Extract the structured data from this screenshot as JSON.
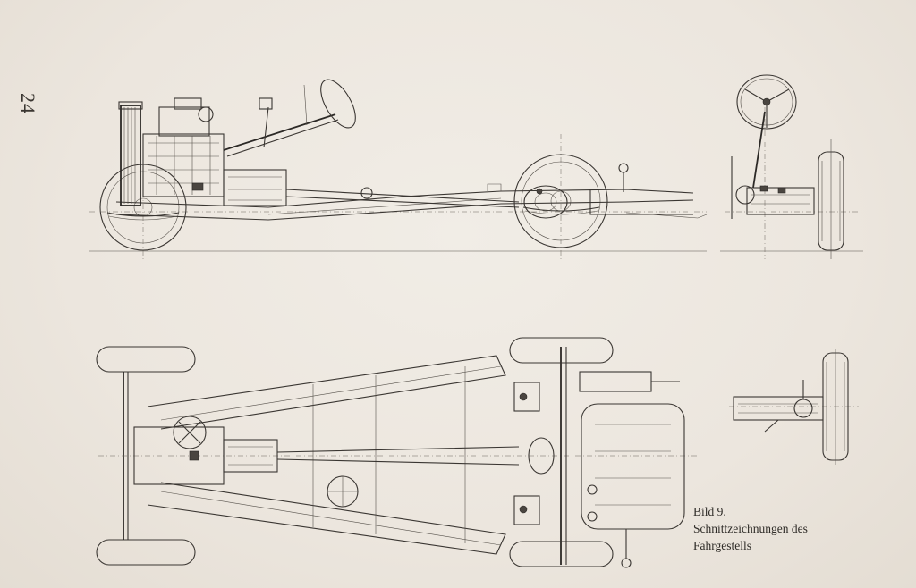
{
  "page": {
    "number": "24"
  },
  "caption": {
    "line1": "Bild 9.",
    "line2": "Schnittzeichnungen des",
    "line3": "Fahrgestells"
  }
}
